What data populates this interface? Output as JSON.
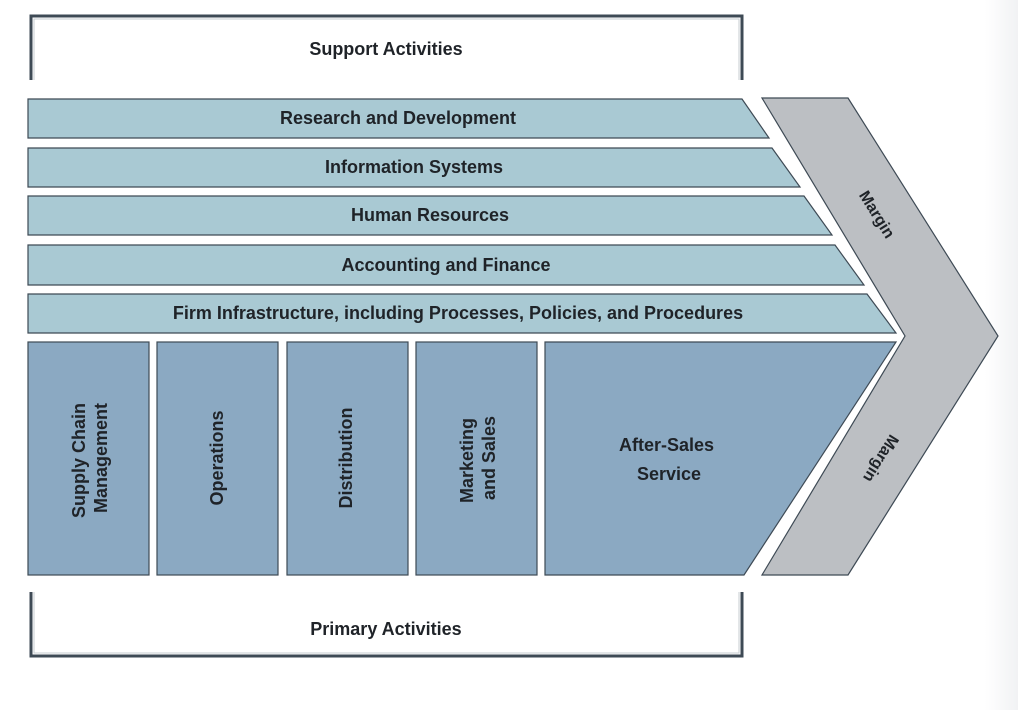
{
  "diagram": {
    "support_label": "Support Activities",
    "primary_label": "Primary Activities",
    "support_rows": [
      "Research and Development",
      "Information Systems",
      "Human Resources",
      "Accounting and Finance",
      "Firm Infrastructure, including Processes, Policies, and Procedures"
    ],
    "primary_columns": [
      {
        "line1": "Supply Chain",
        "line2": "Management"
      },
      {
        "line1": "Operations"
      },
      {
        "line1": "Distribution"
      },
      {
        "line1": "Marketing",
        "line2": "and Sales"
      },
      {
        "line1": "After-Sales",
        "line2": "Service"
      }
    ],
    "margin_top": "Margin",
    "margin_bottom": "Margin",
    "colors": {
      "support_fill": "#a9c9d3",
      "primary_fill": "#8ba9c2",
      "margin_fill": "#bcbfc3",
      "stroke": "#3e4a55"
    }
  }
}
